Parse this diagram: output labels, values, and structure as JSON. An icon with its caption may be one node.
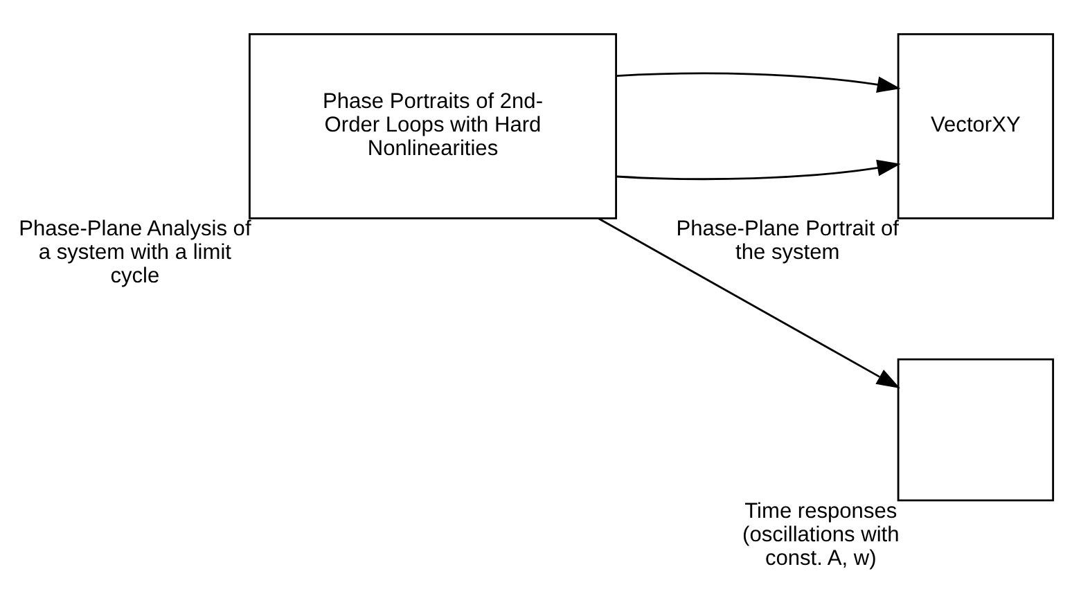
{
  "diagram": {
    "nodes": [
      {
        "text": [
          "Phase Portraits of 2nd-Order Loops with Hard Nonlinearities"
        ],
        "beside": [
          "Phase-Plane Analysis of a system with a limit cycle"
        ]
      },
      {
        "text": [
          "VectorXY"
        ],
        "beside": [
          "Phase-Plane Portrait of the system"
        ]
      },
      {
        "text": [],
        "shape": "box",
        "beside": [
          "Time responses (oscillations with const. A, w)"
        ]
      }
    ],
    "edges": [
      {
        "from": 0,
        "to": 1,
        "arrow": "to"
      },
      {
        "from": 0,
        "to": 1,
        "arrow": "to"
      },
      {
        "from": 0,
        "to": 2,
        "arrow": "to"
      }
    ]
  }
}
